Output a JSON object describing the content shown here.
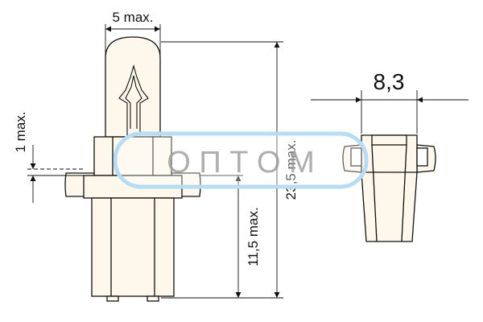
{
  "dimensions": {
    "width_max": "5 max.",
    "total_height_max": "23,5 max.",
    "base_height_max": "11,5 max.",
    "offset_max": "1 max.",
    "base_width": "8,3"
  },
  "watermark": {
    "text": "О П Т О М",
    "color": "#b8dcf2",
    "text_color": "#9a9a9a"
  },
  "colors": {
    "line": "#111111",
    "bulb_fill": "#fdf7ec"
  }
}
